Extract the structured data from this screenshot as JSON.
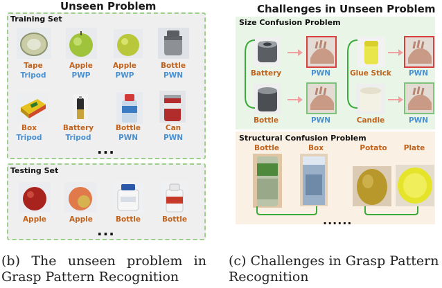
{
  "left_panel": {
    "title": "Unseen Problem",
    "training_title": "Training Set",
    "training_items": [
      {
        "object": "Tape",
        "grasp": "Tripod",
        "icon": "tape-roll"
      },
      {
        "object": "Apple",
        "grasp": "PWP",
        "icon": "green-apple"
      },
      {
        "object": "Apple",
        "grasp": "PWP",
        "icon": "yellow-apple"
      },
      {
        "object": "Bottle",
        "grasp": "PWN",
        "icon": "metal-bottle"
      },
      {
        "object": "Box",
        "grasp": "Tripod",
        "icon": "yellow-box"
      },
      {
        "object": "Battery",
        "grasp": "Tripod",
        "icon": "battery"
      },
      {
        "object": "Bottle",
        "grasp": "PWN",
        "icon": "water-bottle"
      },
      {
        "object": "Can",
        "grasp": "PWN",
        "icon": "red-can"
      }
    ],
    "training_more": "...",
    "testing_title": "Testing Set",
    "testing_items": [
      {
        "object": "Apple",
        "icon": "red-apple"
      },
      {
        "object": "Apple",
        "icon": "peach-apple"
      },
      {
        "object": "Bottle",
        "icon": "white-bottle"
      },
      {
        "object": "Bottle",
        "icon": "label-bottle"
      }
    ],
    "testing_more": "..."
  },
  "right_panel": {
    "title": "Challenges in Unseen Problem",
    "size_title": "Size Confusion Problem",
    "size_items": [
      {
        "object": "Battery",
        "grasp": "PWN"
      },
      {
        "object": "Glue Stick",
        "grasp": "PWN"
      },
      {
        "object": "Bottle",
        "grasp": "PWN"
      },
      {
        "object": "Candle",
        "grasp": "PWN"
      }
    ],
    "structural_title": "Structural Confusion Problem",
    "structural_labels": [
      "Bottle",
      "Box",
      "Potato",
      "Plate"
    ],
    "structural_more": "......",
    "colors": {
      "size_bg": "#e9f6e7",
      "structural_bg": "#fbf0e4",
      "green_border": "#7dc47a",
      "red_border": "#d84040",
      "arrow": "#f0a0a0",
      "connector": "#3aaa3a"
    }
  },
  "captions": {
    "left": [
      "(b) The unseen problem in",
      "Grasp Pattern Recognition"
    ],
    "right": [
      "(c) Challenges in Grasp Pattern",
      "Recognition"
    ]
  }
}
